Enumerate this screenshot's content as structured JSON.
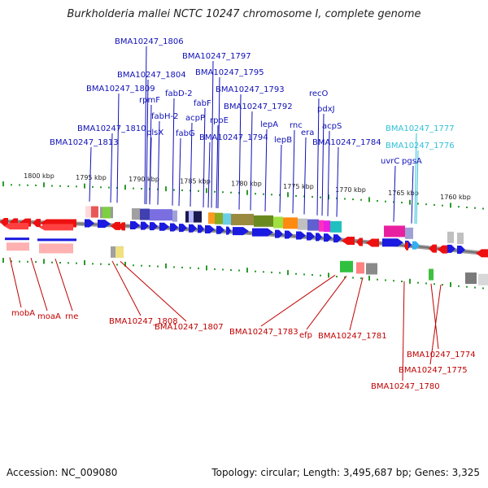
{
  "title": "Burkholderia mallei NCTC 10247 chromosome I, complete genome",
  "accession": "Accession: NC_009080",
  "summary": "Topology: circular; Length: 3,495,687 bp; Genes: 3,325",
  "colors": {
    "forward_label": "#1010b8",
    "forward_label_light": "#30c0d8",
    "reverse_label": "#c00000",
    "forward_gene": "#1a1ae0",
    "reverse_gene": "#ee1010",
    "ticks": "#2a9a2a"
  },
  "scale": {
    "kbp_labels": [
      "1800 kbp",
      "1795 kbp",
      "1790 kbp",
      "1785 kbp",
      "1780 kbp",
      "1775 kbp",
      "1770 kbp",
      "1765 kbp",
      "1760 kbp"
    ]
  },
  "forward_labels": [
    "BMA10247_1806",
    "BMA10247_1797",
    "BMA10247_1804",
    "BMA10247_1795",
    "BMA10247_1809",
    "BMA10247_1793",
    "fabD-2",
    "rpmF",
    "fabF",
    "BMA10247_1792",
    "recO",
    "fabH-2",
    "acpP",
    "rpoE",
    "pdxJ",
    "lepA",
    "rnc",
    "BMA10247_1810",
    "plsX",
    "fabG",
    "acpS",
    "era",
    "BMA10247_1794",
    "lepB",
    "BMA10247_1813",
    "BMA10247_1784",
    "BMA10247_1777",
    "BMA10247_1776",
    "uvrC",
    "pgsA"
  ],
  "reverse_labels": [
    "mobA",
    "moaA",
    "rne",
    "BMA10247_1808",
    "BMA10247_1807",
    "BMA10247_1783",
    "efp",
    "BMA10247_1781",
    "BMA10247_1774",
    "BMA10247_1775",
    "BMA10247_1780"
  ]
}
